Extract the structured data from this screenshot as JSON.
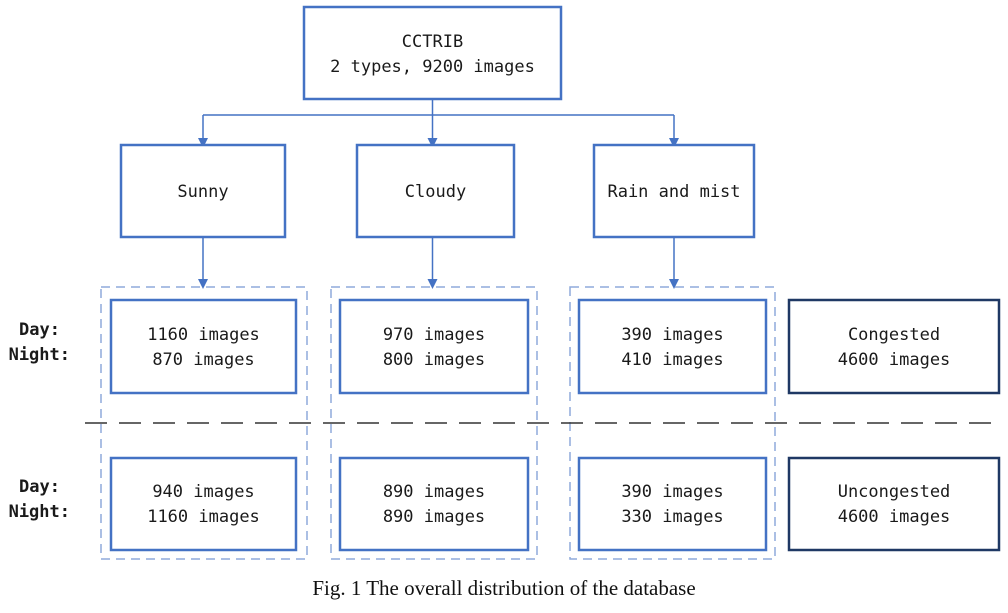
{
  "root": {
    "line1": "CCTRIB",
    "line2": "2 types, 9200 images"
  },
  "weather": [
    {
      "label": "Sunny"
    },
    {
      "label": "Cloudy"
    },
    {
      "label": "Rain and mist"
    }
  ],
  "row_labels": {
    "day": "Day:",
    "night": "Night:"
  },
  "congested_row": [
    {
      "day": "1160 images",
      "night": "870 images"
    },
    {
      "day": "970 images",
      "night": "800 images"
    },
    {
      "day": "390 images",
      "night": "410 images"
    }
  ],
  "uncongested_row": [
    {
      "day": "940 images",
      "night": "1160 images"
    },
    {
      "day": "890 images",
      "night": "890 images"
    },
    {
      "day": "390 images",
      "night": "330 images"
    }
  ],
  "totals": {
    "congested": {
      "label": "Congested",
      "count": "4600 images"
    },
    "uncongested": {
      "label": "Uncongested",
      "count": "4600 images"
    }
  },
  "caption": "Fig. 1 The overall distribution of the database",
  "colors": {
    "box": "#4472c4",
    "dashed": "#8faadc",
    "total_box": "#1f3864",
    "divider": "#333333"
  }
}
